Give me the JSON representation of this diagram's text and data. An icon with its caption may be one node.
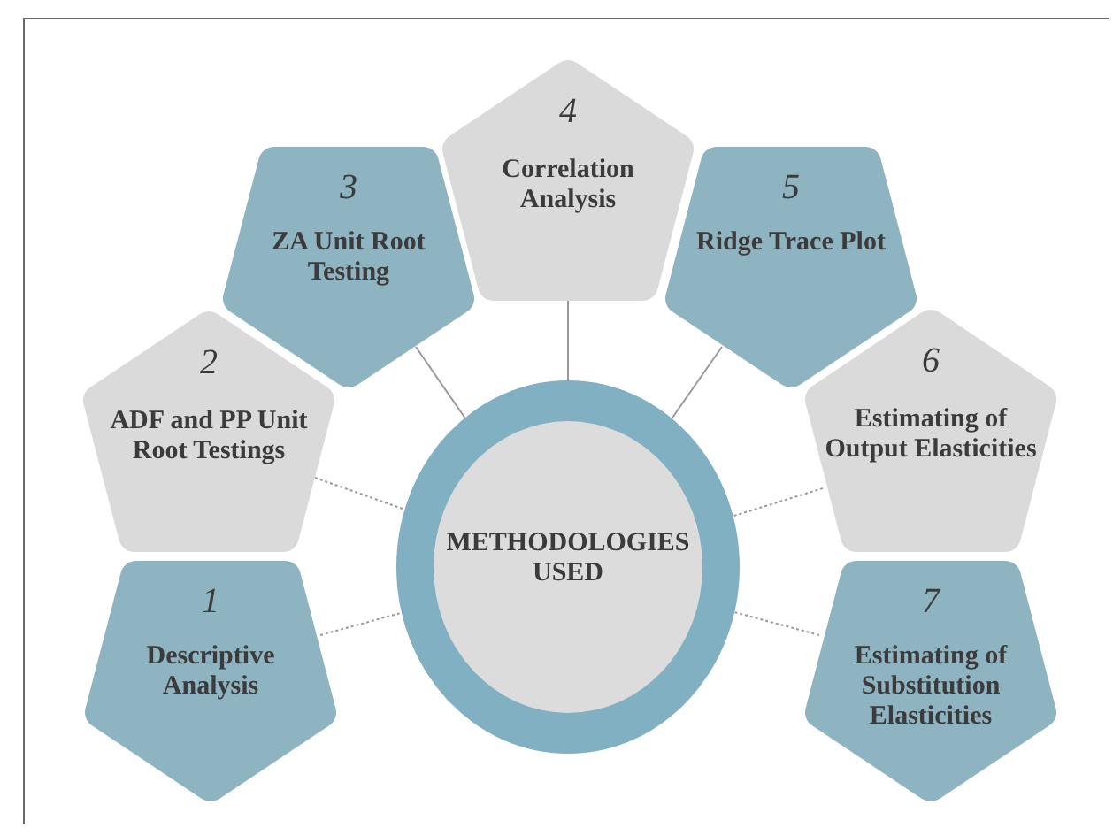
{
  "diagram": {
    "nodes": [
      {
        "text": [
          "METHODOLOGIES USED"
        ]
      },
      {
        "text": [
          "1",
          "Descriptive Analysis"
        ]
      },
      {
        "text": [
          "2",
          "ADF and PP Unit Root Testings"
        ]
      },
      {
        "text": [
          "3",
          "ZA Unit Root Testing"
        ]
      },
      {
        "text": [
          "4",
          "Correlation Analysis"
        ]
      },
      {
        "text": [
          "5",
          "Ridge Trace Plot"
        ]
      },
      {
        "text": [
          "6",
          "Estimating of Output Elasticities"
        ]
      },
      {
        "text": [
          "7",
          "Estimating of Substitution Elasticities"
        ]
      }
    ],
    "edges": [
      {
        "from": 1,
        "to": 0,
        "arrow": "none",
        "style": "dashed"
      },
      {
        "from": 2,
        "to": 0,
        "arrow": "none",
        "style": "dashed"
      },
      {
        "from": 3,
        "to": 0,
        "arrow": "none"
      },
      {
        "from": 4,
        "to": 0,
        "arrow": "none"
      },
      {
        "from": 5,
        "to": 0,
        "arrow": "none"
      },
      {
        "from": 6,
        "to": 0,
        "arrow": "none",
        "style": "dashed"
      },
      {
        "from": 7,
        "to": 0,
        "arrow": "none",
        "style": "dashed"
      }
    ]
  }
}
